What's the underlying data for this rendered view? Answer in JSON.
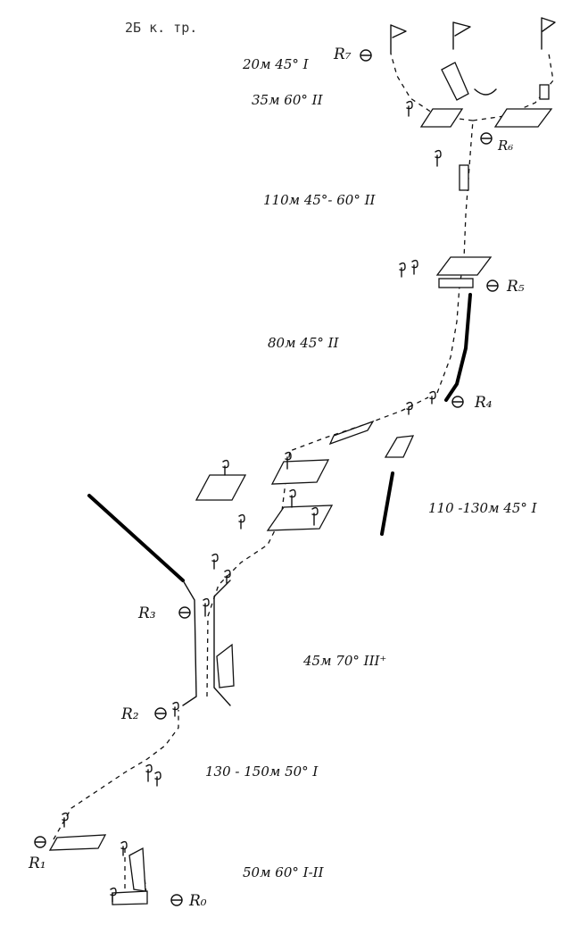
{
  "header": {
    "title": "2Б к. тр."
  },
  "belays": {
    "r0": "R₀",
    "r1": "R₁",
    "r2": "R₂",
    "r3": "R₃",
    "r4": "R₄",
    "r5": "R₅",
    "r6": "R₆",
    "r7": "R₇"
  },
  "pitches": {
    "p0": "50м  60°  I-II",
    "p1": "130 - 150м     50°  I",
    "p2": "45м  70°  III⁺",
    "p3": "110 -130м  45°  I",
    "p4": "80м  45°  II",
    "p5": "110м   45°- 60°  II",
    "p6": "35м  60°  II",
    "p7": "20м  45° I"
  }
}
